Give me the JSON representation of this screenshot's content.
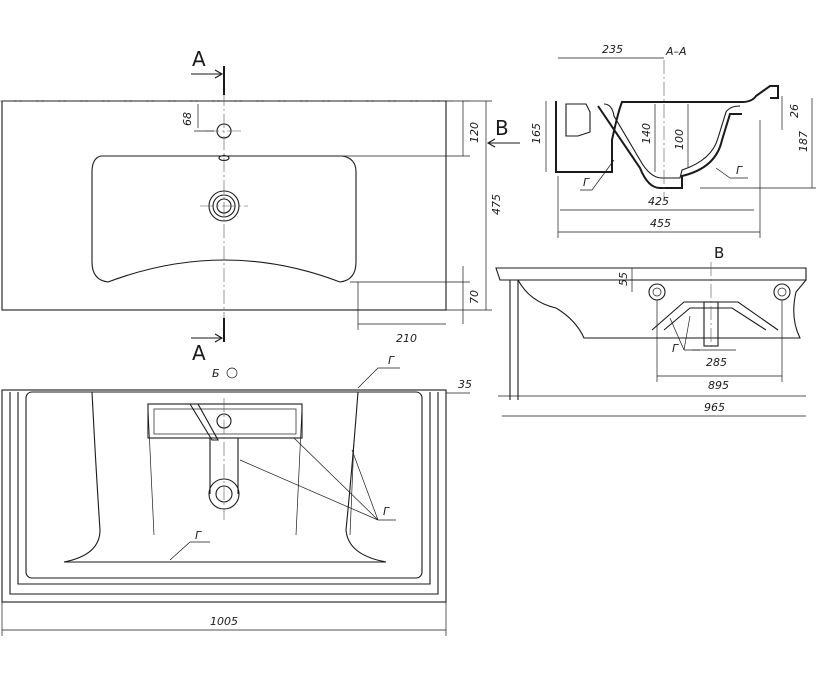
{
  "labels": {
    "section_a_top": "A",
    "section_a_bottom": "A",
    "view_b_arrow": "B",
    "view_b_title": "B",
    "section_aa_title": "A–A",
    "bottom_view_title": "Б"
  },
  "dimensions": {
    "hole_offset": "68",
    "tap_to_bowl": "120",
    "total_depth": "475",
    "front_rim": "70",
    "drain_offset": "210",
    "side_clearance": "35",
    "total_width": "1005",
    "sec_width_235": "235",
    "sec_26": "26",
    "sec_165": "165",
    "sec_140": "140",
    "sec_100": "100",
    "sec_187": "187",
    "sec_425": "425",
    "sec_455": "455",
    "side_55": "55",
    "side_285": "285",
    "side_895": "895",
    "side_965": "965"
  },
  "callouts": {
    "g1": "Г",
    "g2": "Г",
    "g3": "Г",
    "g4": "Г",
    "g5": "Г",
    "g6": "Г"
  }
}
